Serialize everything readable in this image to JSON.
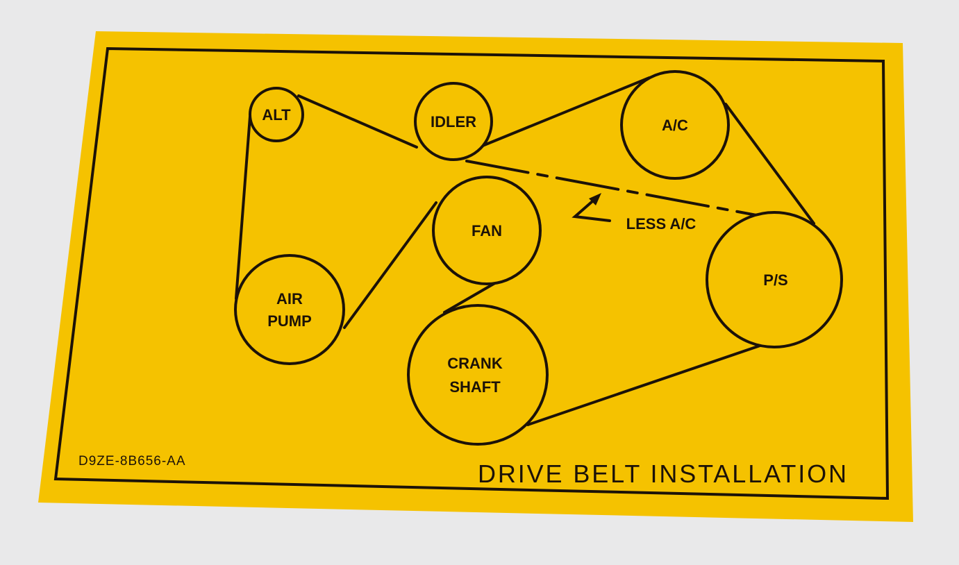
{
  "colors": {
    "sticker": "#f5c200",
    "ink": "#1c1208",
    "background": "#e9e9ea"
  },
  "pulleys": {
    "alt": "ALT",
    "idler": "IDLER",
    "ac": "A/C",
    "fan": "FAN",
    "air_pump_1": "AIR",
    "air_pump_2": "PUMP",
    "crank_1": "CRANK",
    "crank_2": "SHAFT",
    "ps": "P/S"
  },
  "note": "LESS A/C",
  "part_number": "D9ZE-8B656-AA",
  "title": "DRIVE BELT INSTALLATION"
}
